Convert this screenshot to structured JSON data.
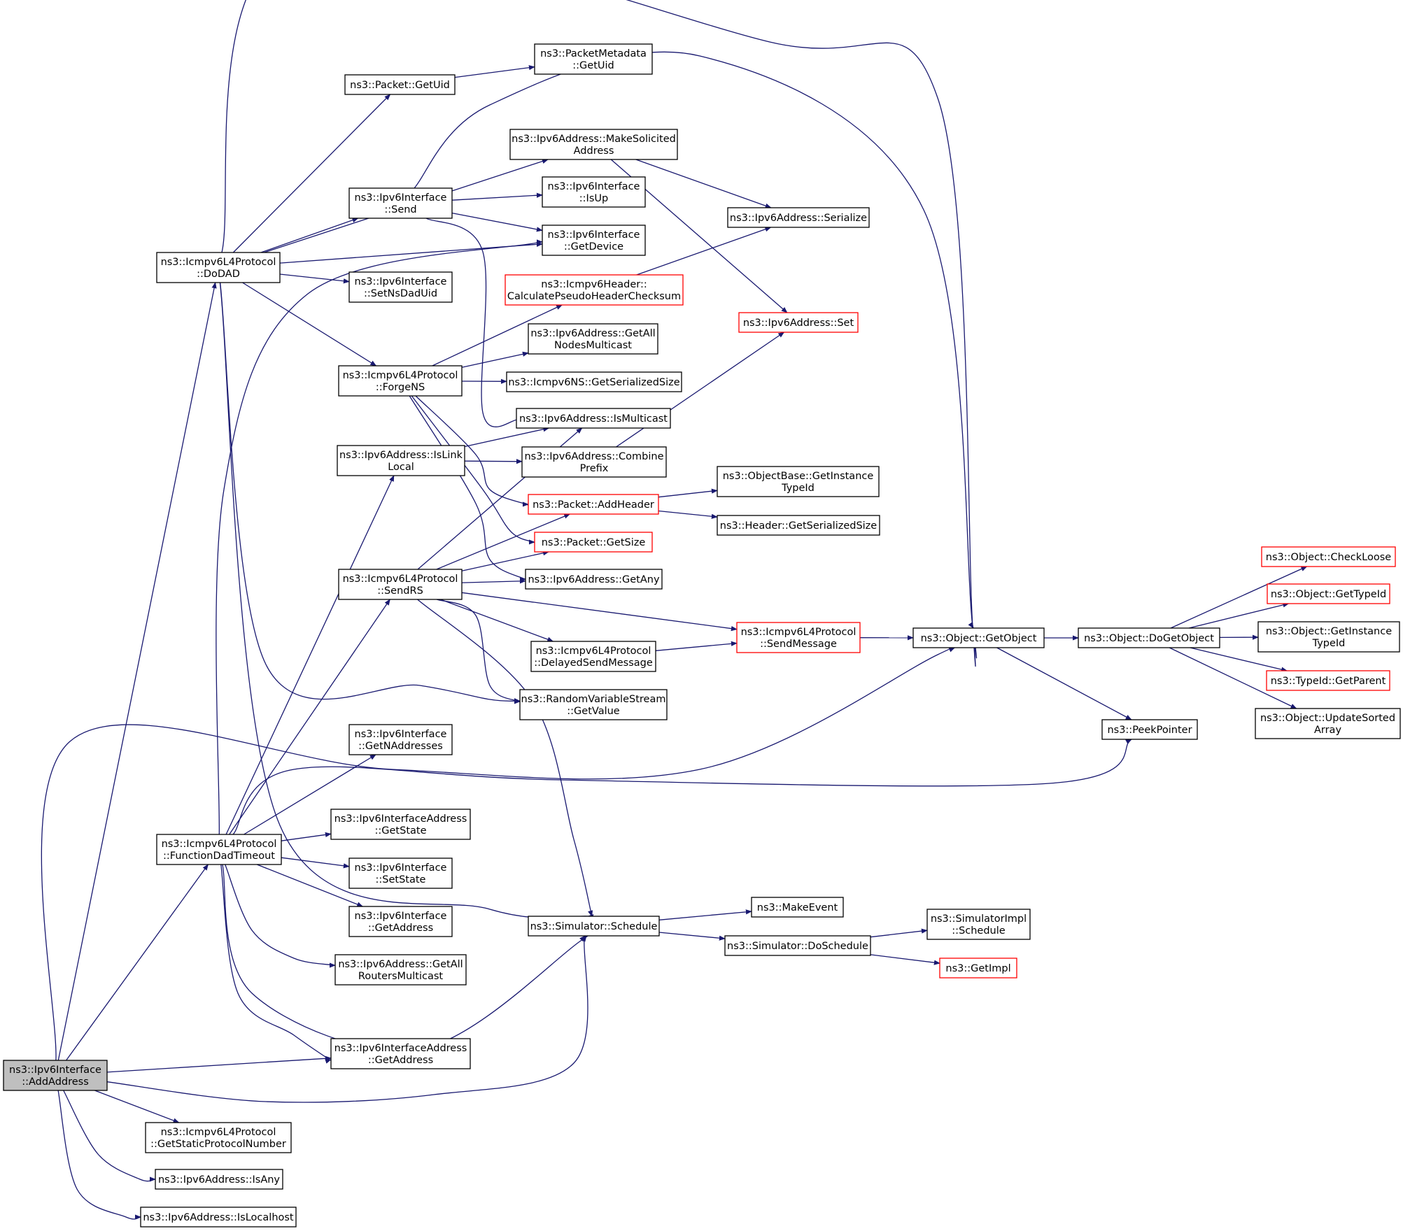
{
  "colors": {
    "edge": "#191970",
    "border": "#000000",
    "border_truncated": "#ff0000",
    "root_fill": "#bfbfbf",
    "node_fill": "#ffffff",
    "text": "#000000"
  },
  "nodes": {
    "addaddress": {
      "lines": [
        "ns3::Ipv6Interface",
        "::AddAddress"
      ],
      "root": true
    },
    "dodad": {
      "lines": [
        "ns3::Icmpv6L4Protocol",
        "::DoDAD"
      ]
    },
    "fdt": {
      "lines": [
        "ns3::Icmpv6L4Protocol",
        "::FunctionDadTimeout"
      ]
    },
    "getstaticproto": {
      "lines": [
        "ns3::Icmpv6L4Protocol",
        "::GetStaticProtocolNumber"
      ]
    },
    "isany": {
      "lines": [
        "ns3::Ipv6Address::IsAny"
      ]
    },
    "islocalhost": {
      "lines": [
        "ns3::Ipv6Address::IsLocalhost"
      ]
    },
    "packet_getuid": {
      "lines": [
        "ns3::Packet::GetUid"
      ]
    },
    "pm_getuid": {
      "lines": [
        "ns3::PacketMetadata",
        "::GetUid"
      ]
    },
    "makesol": {
      "lines": [
        "ns3::Ipv6Address::MakeSolicited",
        "Address"
      ]
    },
    "send": {
      "lines": [
        "ns3::Ipv6Interface",
        "::Send"
      ]
    },
    "isup": {
      "lines": [
        "ns3::Ipv6Interface",
        "::IsUp"
      ]
    },
    "getdevice": {
      "lines": [
        "ns3::Ipv6Interface",
        "::GetDevice"
      ]
    },
    "setnsdaduid": {
      "lines": [
        "ns3::Ipv6Interface",
        "::SetNsDadUid"
      ]
    },
    "calcpseudo": {
      "lines": [
        "ns3::Icmpv6Header::",
        "CalculatePseudoHeaderChecksum"
      ],
      "truncated": true
    },
    "forgens": {
      "lines": [
        "ns3::Icmpv6L4Protocol",
        "::ForgeNS"
      ]
    },
    "getallnodes": {
      "lines": [
        "ns3::Ipv6Address::GetAll",
        "NodesMulticast"
      ]
    },
    "icmpns_size": {
      "lines": [
        "ns3::Icmpv6NS::GetSerializedSize"
      ]
    },
    "ismulticast": {
      "lines": [
        "ns3::Ipv6Address::IsMulticast"
      ]
    },
    "islinklocal": {
      "lines": [
        "ns3::Ipv6Address::IsLink",
        "Local"
      ]
    },
    "combineprefix": {
      "lines": [
        "ns3::Ipv6Address::Combine",
        "Prefix"
      ]
    },
    "addheader": {
      "lines": [
        "ns3::Packet::AddHeader"
      ],
      "truncated": true
    },
    "getsize": {
      "lines": [
        "ns3::Packet::GetSize"
      ],
      "truncated": true
    },
    "sendrs": {
      "lines": [
        "ns3::Icmpv6L4Protocol",
        "::SendRS"
      ]
    },
    "getany": {
      "lines": [
        "ns3::Ipv6Address::GetAny"
      ]
    },
    "delayed": {
      "lines": [
        "ns3::Icmpv6L4Protocol",
        "::DelayedSendMessage"
      ]
    },
    "rvs_getvalue": {
      "lines": [
        "ns3::RandomVariableStream",
        "::GetValue"
      ]
    },
    "getnaddr": {
      "lines": [
        "ns3::Ipv6Interface",
        "::GetNAddresses"
      ]
    },
    "ifaddr_getstate": {
      "lines": [
        "ns3::Ipv6InterfaceAddress",
        "::GetState"
      ]
    },
    "setstate": {
      "lines": [
        "ns3::Ipv6Interface",
        "::SetState"
      ]
    },
    "if_getaddress": {
      "lines": [
        "ns3::Ipv6Interface",
        "::GetAddress"
      ]
    },
    "getallrouters": {
      "lines": [
        "ns3::Ipv6Address::GetAll",
        "RoutersMulticast"
      ]
    },
    "ifaddr_getaddress": {
      "lines": [
        "ns3::Ipv6InterfaceAddress",
        "::GetAddress"
      ]
    },
    "schedule": {
      "lines": [
        "ns3::Simulator::Schedule"
      ]
    },
    "serialize": {
      "lines": [
        "ns3::Ipv6Address::Serialize"
      ]
    },
    "addr_set": {
      "lines": [
        "ns3::Ipv6Address::Set"
      ],
      "truncated": true
    },
    "ob_getinstance": {
      "lines": [
        "ns3::ObjectBase::GetInstance",
        "TypeId"
      ]
    },
    "header_size": {
      "lines": [
        "ns3::Header::GetSerializedSize"
      ]
    },
    "sendmessage": {
      "lines": [
        "ns3::Icmpv6L4Protocol",
        "::SendMessage"
      ],
      "truncated": true
    },
    "makeevent": {
      "lines": [
        "ns3::MakeEvent"
      ]
    },
    "doschedule": {
      "lines": [
        "ns3::Simulator::DoSchedule"
      ]
    },
    "getobject": {
      "lines": [
        "ns3::Object::GetObject"
      ]
    },
    "peekpointer": {
      "lines": [
        "ns3::PeekPointer"
      ]
    },
    "simimpl_schedule": {
      "lines": [
        "ns3::SimulatorImpl",
        "::Schedule"
      ]
    },
    "getimpl": {
      "lines": [
        "ns3::GetImpl"
      ],
      "truncated": true
    },
    "dogetobject": {
      "lines": [
        "ns3::Object::DoGetObject"
      ]
    },
    "checkloose": {
      "lines": [
        "ns3::Object::CheckLoose"
      ],
      "truncated": true
    },
    "obj_gettypeid": {
      "lines": [
        "ns3::Object::GetTypeId"
      ],
      "truncated": true
    },
    "obj_getinstance": {
      "lines": [
        "ns3::Object::GetInstance",
        "TypeId"
      ]
    },
    "getparent": {
      "lines": [
        "ns3::TypeId::GetParent"
      ],
      "truncated": true
    },
    "updatesorted": {
      "lines": [
        "ns3::Object::UpdateSorted",
        "Array"
      ]
    }
  },
  "edges": [
    [
      "addaddress",
      "dodad"
    ],
    [
      "addaddress",
      "fdt"
    ],
    [
      "addaddress",
      "getobject"
    ],
    [
      "addaddress",
      "ifaddr_getaddress"
    ],
    [
      "addaddress",
      "schedule"
    ],
    [
      "addaddress",
      "getstaticproto"
    ],
    [
      "addaddress",
      "isany"
    ],
    [
      "addaddress",
      "islocalhost"
    ],
    [
      "dodad",
      "packet_getuid"
    ],
    [
      "dodad",
      "getobject"
    ],
    [
      "dodad",
      "makesol"
    ],
    [
      "dodad",
      "send"
    ],
    [
      "dodad",
      "getdevice"
    ],
    [
      "dodad",
      "setnsdaduid"
    ],
    [
      "dodad",
      "forgens"
    ],
    [
      "dodad",
      "rvs_getvalue"
    ],
    [
      "dodad",
      "schedule"
    ],
    [
      "packet_getuid",
      "pm_getuid"
    ],
    [
      "makesol",
      "serialize"
    ],
    [
      "makesol",
      "addr_set"
    ],
    [
      "send",
      "getobject"
    ],
    [
      "send",
      "isup"
    ],
    [
      "send",
      "getdevice"
    ],
    [
      "send",
      "ismulticast"
    ],
    [
      "calcpseudo",
      "serialize"
    ],
    [
      "forgens",
      "calcpseudo"
    ],
    [
      "forgens",
      "getallnodes"
    ],
    [
      "forgens",
      "icmpns_size"
    ],
    [
      "forgens",
      "addheader"
    ],
    [
      "forgens",
      "getsize"
    ],
    [
      "forgens",
      "getany"
    ],
    [
      "islinklocal",
      "ismulticast"
    ],
    [
      "islinklocal",
      "combineprefix"
    ],
    [
      "combineprefix",
      "addr_set"
    ],
    [
      "addheader",
      "ob_getinstance"
    ],
    [
      "addheader",
      "header_size"
    ],
    [
      "sendrs",
      "ismulticast"
    ],
    [
      "sendrs",
      "addheader"
    ],
    [
      "sendrs",
      "getsize"
    ],
    [
      "sendrs",
      "getany"
    ],
    [
      "sendrs",
      "sendmessage"
    ],
    [
      "sendrs",
      "delayed"
    ],
    [
      "sendrs",
      "rvs_getvalue"
    ],
    [
      "sendrs",
      "schedule"
    ],
    [
      "delayed",
      "sendmessage"
    ],
    [
      "sendmessage",
      "getobject"
    ],
    [
      "fdt",
      "getdevice"
    ],
    [
      "fdt",
      "islinklocal"
    ],
    [
      "fdt",
      "sendrs"
    ],
    [
      "fdt",
      "getnaddr"
    ],
    [
      "fdt",
      "ifaddr_getstate"
    ],
    [
      "fdt",
      "setstate"
    ],
    [
      "fdt",
      "if_getaddress"
    ],
    [
      "fdt",
      "getallrouters"
    ],
    [
      "fdt",
      "ifaddr_getaddress"
    ],
    [
      "fdt",
      "schedule"
    ],
    [
      "fdt",
      "peekpointer"
    ],
    [
      "schedule",
      "makeevent"
    ],
    [
      "schedule",
      "doschedule"
    ],
    [
      "doschedule",
      "simimpl_schedule"
    ],
    [
      "doschedule",
      "getimpl"
    ],
    [
      "getobject",
      "dogetobject"
    ],
    [
      "getobject",
      "peekpointer"
    ],
    [
      "dogetobject",
      "checkloose"
    ],
    [
      "dogetobject",
      "obj_gettypeid"
    ],
    [
      "dogetobject",
      "obj_getinstance"
    ],
    [
      "dogetobject",
      "getparent"
    ],
    [
      "dogetobject",
      "updatesorted"
    ]
  ]
}
